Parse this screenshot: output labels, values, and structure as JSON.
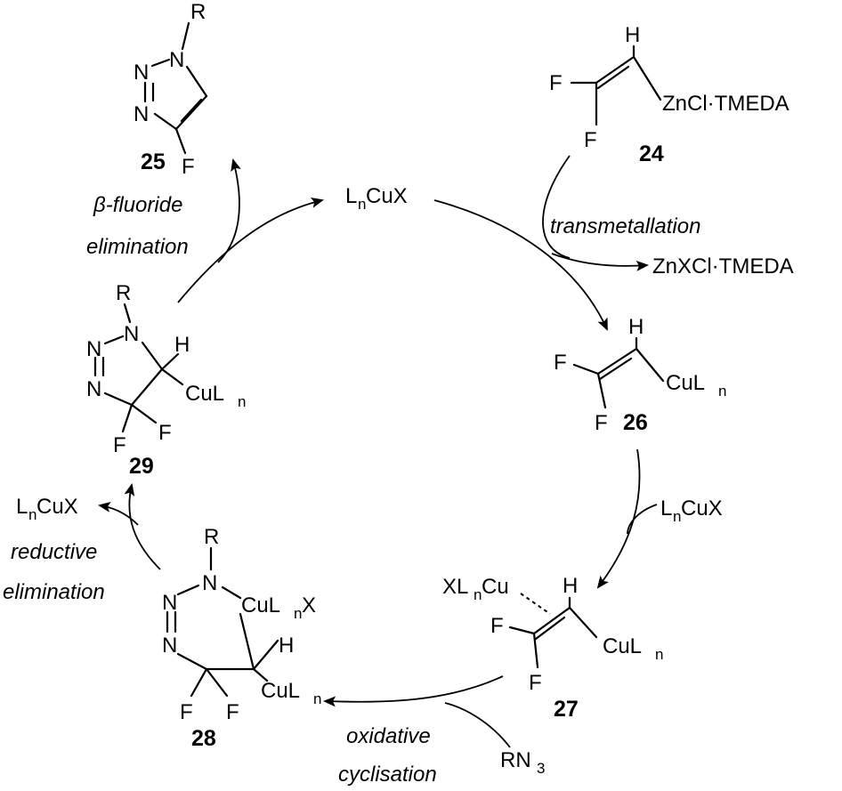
{
  "atoms": {
    "N": "N",
    "F": "F",
    "H": "H",
    "R": "R",
    "L": "L",
    "n": "n",
    "Cu": "Cu",
    "CuX": "CuX",
    "CuL": "CuL",
    "X": "X",
    "XL": "XL",
    "ZnCl_TMEDA": "ZnCl·TMEDA",
    "ZnXCl_TMEDA": "ZnXCl·TMEDA",
    "RN": "RN",
    "three": "3"
  },
  "compounds": {
    "c24": "24",
    "c25": "25",
    "c26": "26",
    "c27": "27",
    "c28": "28",
    "c29": "29"
  },
  "steps": {
    "transmetallation": "transmetallation",
    "beta_fluoride_1": "β-fluoride",
    "beta_fluoride_2": "elimination",
    "reductive_1": "reductive",
    "reductive_2": "elimination",
    "oxidative_1": "oxidative",
    "oxidative_2": "cyclisation"
  }
}
